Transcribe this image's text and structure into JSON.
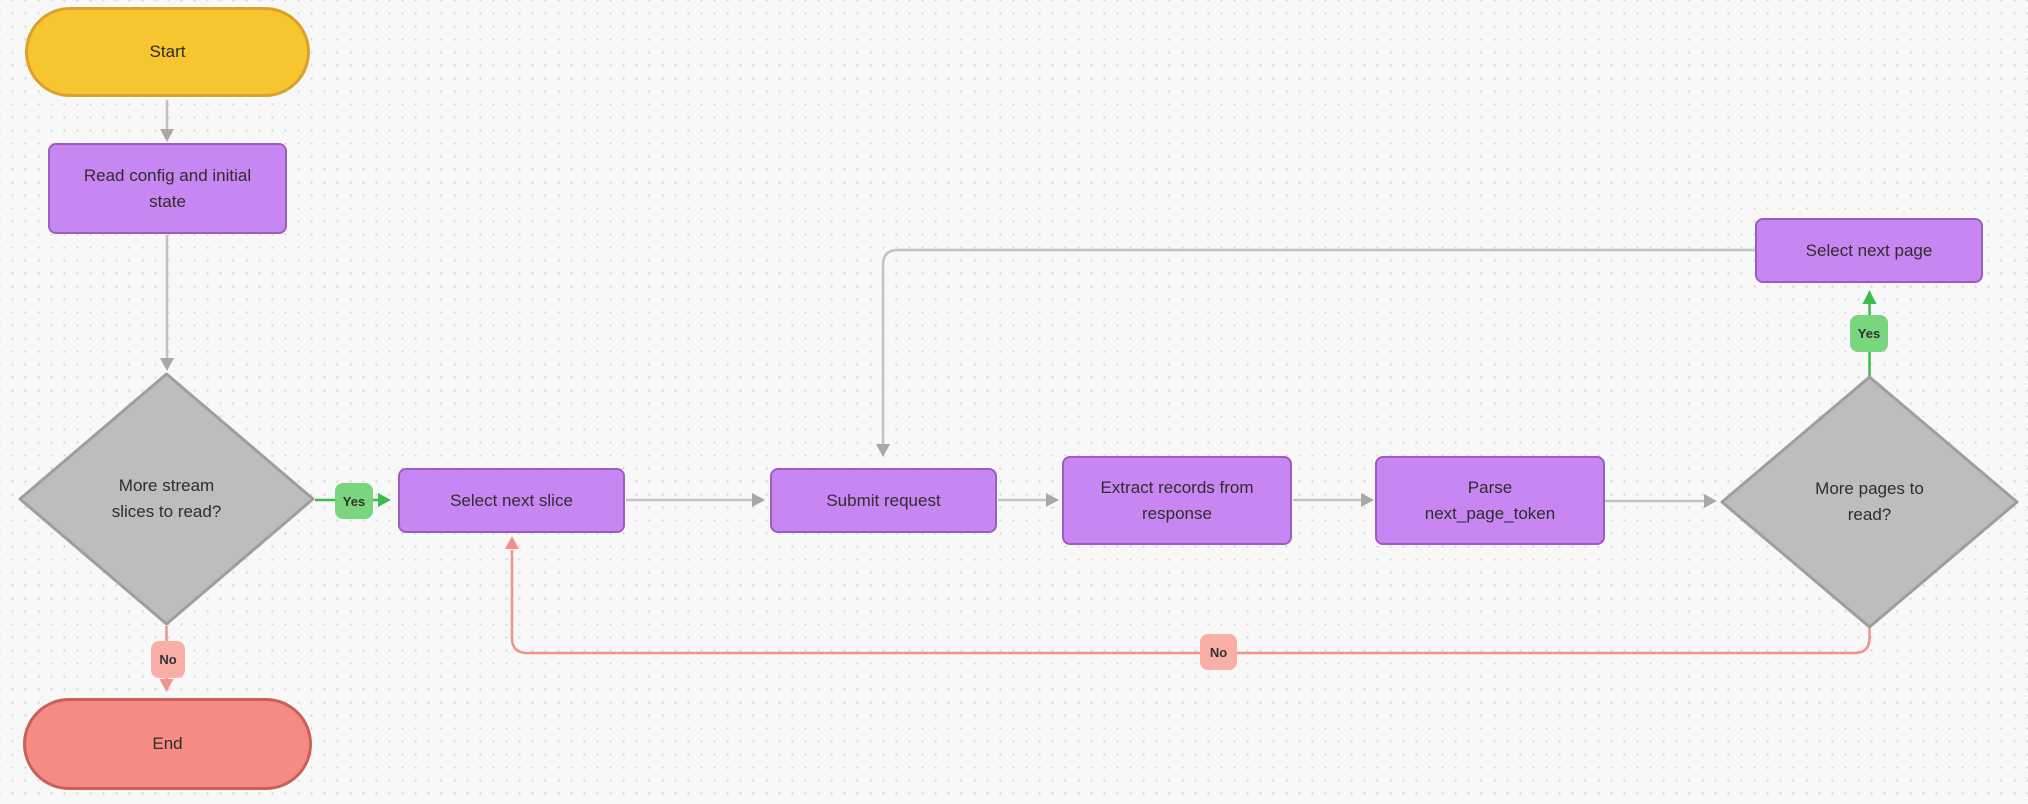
{
  "canvas": {
    "background_color": "#f8f8f9",
    "grid_dot_color": "#d7d7d7"
  },
  "nodes": {
    "start": {
      "label": "Start",
      "shape": "stadium",
      "fill": "#f6c52f",
      "border": "#d8a22d"
    },
    "read_config": {
      "label": "Read config and initial\nstate",
      "shape": "rect",
      "fill": "#c886f2",
      "border": "#9c5dc0"
    },
    "more_slices": {
      "label": "More stream\nslices to read?",
      "shape": "diamond",
      "fill": "#bdbdbd",
      "border": "#9e9e9e"
    },
    "select_next_slice": {
      "label": "Select next slice",
      "shape": "rect",
      "fill": "#c886f2",
      "border": "#9c5dc0"
    },
    "submit_request": {
      "label": "Submit request",
      "shape": "rect",
      "fill": "#c886f2",
      "border": "#9c5dc0"
    },
    "extract_records": {
      "label": "Extract records from\nresponse",
      "shape": "rect",
      "fill": "#c886f2",
      "border": "#9c5dc0"
    },
    "parse_next_page_token": {
      "label": "Parse\nnext_page_token",
      "shape": "rect",
      "fill": "#c886f2",
      "border": "#9c5dc0"
    },
    "more_pages": {
      "label": "More pages to\nread?",
      "shape": "diamond",
      "fill": "#bdbdbd",
      "border": "#9e9e9e"
    },
    "select_next_page": {
      "label": "Select next page",
      "shape": "rect",
      "fill": "#c886f2",
      "border": "#9c5dc0"
    },
    "end": {
      "label": "End",
      "shape": "stadium",
      "fill": "#f58b83",
      "border": "#c96159"
    }
  },
  "edge_labels": {
    "slices_yes": {
      "label": "Yes",
      "fill": "#79d67f"
    },
    "slices_no": {
      "label": "No",
      "fill": "#f9afa6"
    },
    "pages_yes": {
      "label": "Yes",
      "fill": "#79d67f"
    },
    "pages_no": {
      "label": "No",
      "fill": "#f9afa6"
    }
  },
  "edge_colors": {
    "default_line": "#c2c2c2",
    "default_arrow": "#a8a8a8",
    "yes": "#3cbc4c",
    "no": "#f4918a"
  },
  "text_color": "#2d2d2d"
}
